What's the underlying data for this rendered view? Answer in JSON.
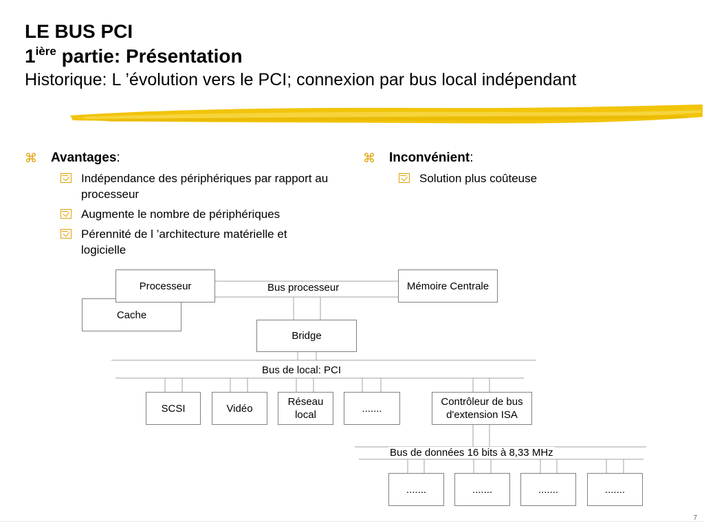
{
  "slide": {
    "title_line1": "LE BUS PCI",
    "title_line2_number": "1",
    "title_line2_sup": "ière",
    "title_line2_rest": " partie: Présentation",
    "subtitle": "Historique: L ’évolution vers le PCI; connexion par bus local indépendant",
    "page_number": "7",
    "accent_color": "#f2c40a"
  },
  "bullets": {
    "bullet_glyph": "⌘",
    "left": {
      "heading": "Avantages",
      "colon": ":",
      "items": [
        "Indépendance des périphériques par rapport au processeur",
        "Augmente le nombre de périphériques",
        "Pérennité de l ’architecture matérielle et logicielle"
      ]
    },
    "right": {
      "heading": "Inconvénient",
      "colon": ":",
      "items": [
        "Solution plus coûteuse"
      ]
    }
  },
  "diagram": {
    "processeur": "Processeur",
    "memoire": "Mémoire Centrale",
    "cache": "Cache",
    "bridge": "Bridge",
    "bus_processeur": "Bus processeur",
    "bus_local": "Bus de local: PCI",
    "scsi": "SCSI",
    "video": "Vidéo",
    "reseau_line1": "Réseau",
    "reseau_line2": "local",
    "dots_pci": ".......",
    "isa_line1": "Contrôleur de bus",
    "isa_line2": "d'extension ISA",
    "bus_isa": "Bus de données 16 bits à 8,33 MHz",
    "isa_devices": [
      ".......",
      ".......",
      ".......",
      "......."
    ]
  }
}
